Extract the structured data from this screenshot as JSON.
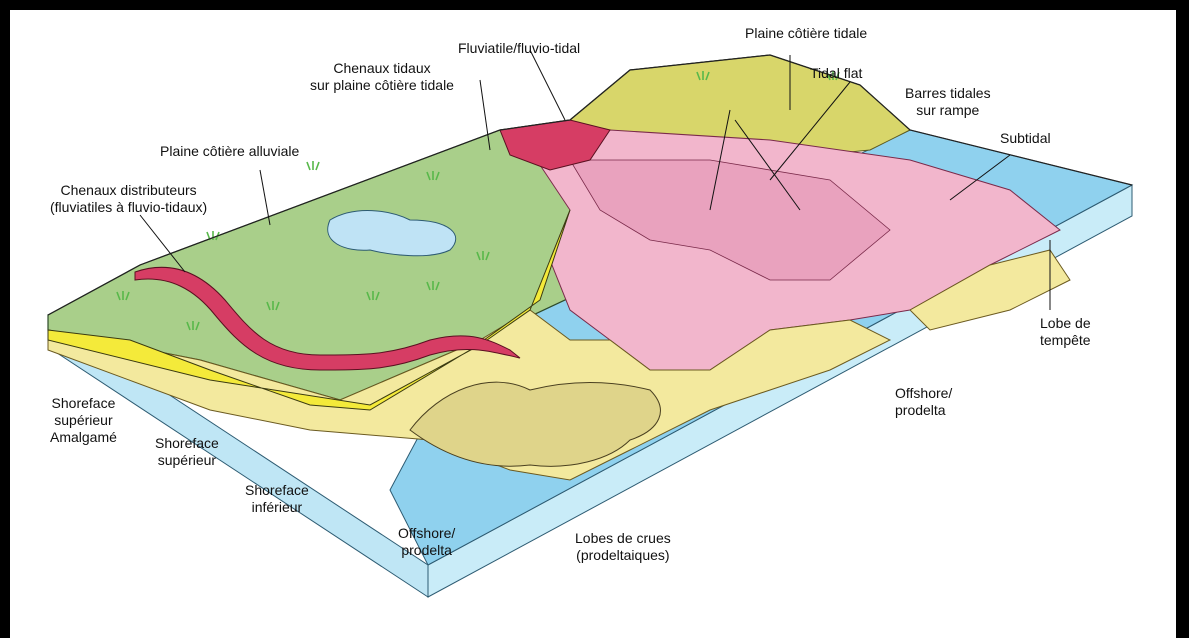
{
  "labels": {
    "fluviatile": "Fluviatile/fluvio-tidal",
    "plaine_cotiere_tidale": "Plaine côtière tidale",
    "chenaux_tidaux_1": "Chenaux tidaux",
    "chenaux_tidaux_2": "sur plaine côtière tidale",
    "tidal_flat": "Tidal flat",
    "barres_tidales_1": "Barres tidales",
    "barres_tidales_2": "sur rampe",
    "subtidal": "Subtidal",
    "plaine_alluviale": "Plaine côtière alluviale",
    "chenaux_distributeurs_1": "Chenaux distributeurs",
    "chenaux_distributeurs_2": "(fluviatiles à fluvio-tidaux)",
    "lobe_tempete_1": "Lobe de",
    "lobe_tempete_2": "tempête",
    "offshore_right_1": "Offshore/",
    "offshore_right_2": "prodelta",
    "shoreface_amalgame_1": "Shoreface",
    "shoreface_amalgame_2": "supérieur",
    "shoreface_amalgame_3": "Amalgamé",
    "shoreface_superieur_1": "Shoreface",
    "shoreface_superieur_2": "supérieur",
    "shoreface_inferieur_1": "Shoreface",
    "shoreface_inferieur_2": "inférieur",
    "offshore_bottom_1": "Offshore/",
    "offshore_bottom_2": "prodelta",
    "lobes_crues_1": "Lobes de crues",
    "lobes_crues_2": "(prodeltaiques)"
  },
  "colors": {
    "coastal_plain_green": "#a9cf8a",
    "sea_blue": "#8fd1ee",
    "block_side_blue": "#bfe6f5",
    "channel_red": "#d63d64",
    "tidal_pink": "#f2b6cc",
    "tidal_pink_dark": "#e37fa4",
    "sand_yellow": "#f3e99e",
    "shoreface_yellow": "#f4ea3a",
    "lobe_khaki": "#dfd48a",
    "tidal_olive": "#d8d66a",
    "lake_blue": "#bfe3f5",
    "vegetation": "#58b84a"
  }
}
